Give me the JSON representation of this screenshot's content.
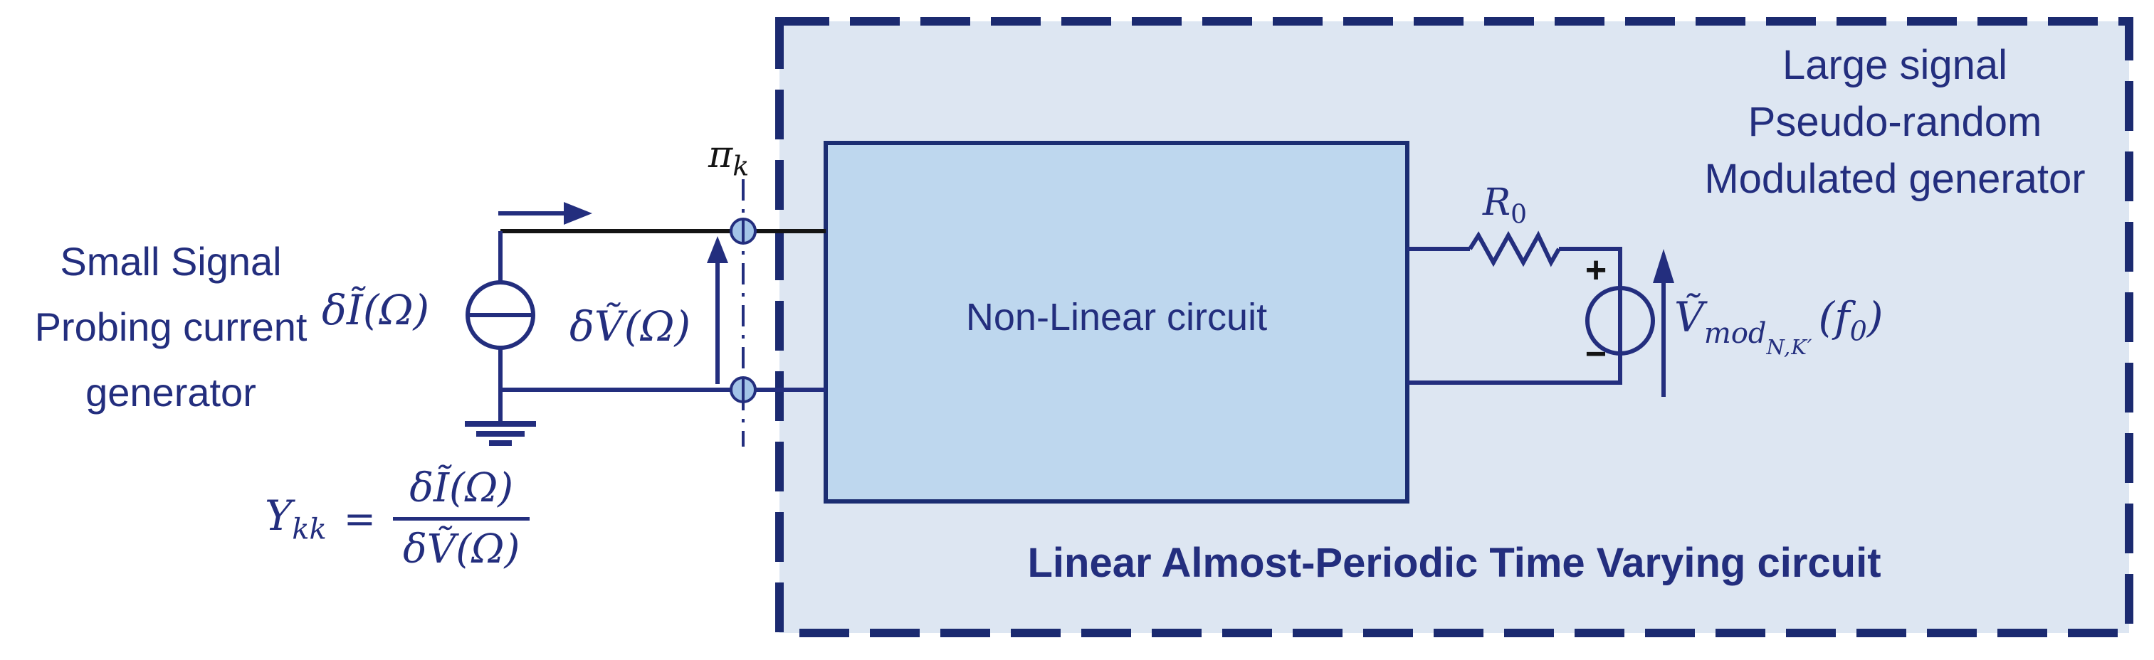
{
  "diagram": {
    "left_caption": "Small Signal\nProbing current\ngenerator",
    "probe_current_label": "δĨ(Ω)",
    "probe_voltage_label": "δṼ(Ω)",
    "pi_plane": {
      "base": "π",
      "sub": "k"
    },
    "nonlinear_box_title": "Non-Linear circuit",
    "right_caption": "Large signal\nPseudo-random\nModulated generator",
    "r0": {
      "base": "R",
      "sub": "0"
    },
    "source_plus": "+",
    "source_minus": "−",
    "vmod": {
      "base": "Ṽ",
      "sub": "mod",
      "subsub": "N,K′",
      "arg_open": "(f",
      "arg_sub": "0",
      "arg_close": ")"
    },
    "bottom_caption": "Linear Almost-Periodic Time Varying circuit",
    "formula": {
      "lhs_base": "Y",
      "lhs_sub": "kk",
      "equals": "=",
      "numerator": "δĨ(Ω)",
      "denominator": "δṼ(Ω)"
    },
    "colors": {
      "navy": "#232E7E",
      "dash_border": "#1B2A70",
      "black_wire": "#141414",
      "outer_fill": "#DDE6F2",
      "inner_fill": "#BED7EE",
      "node_fill": "#A3C4E8"
    }
  }
}
